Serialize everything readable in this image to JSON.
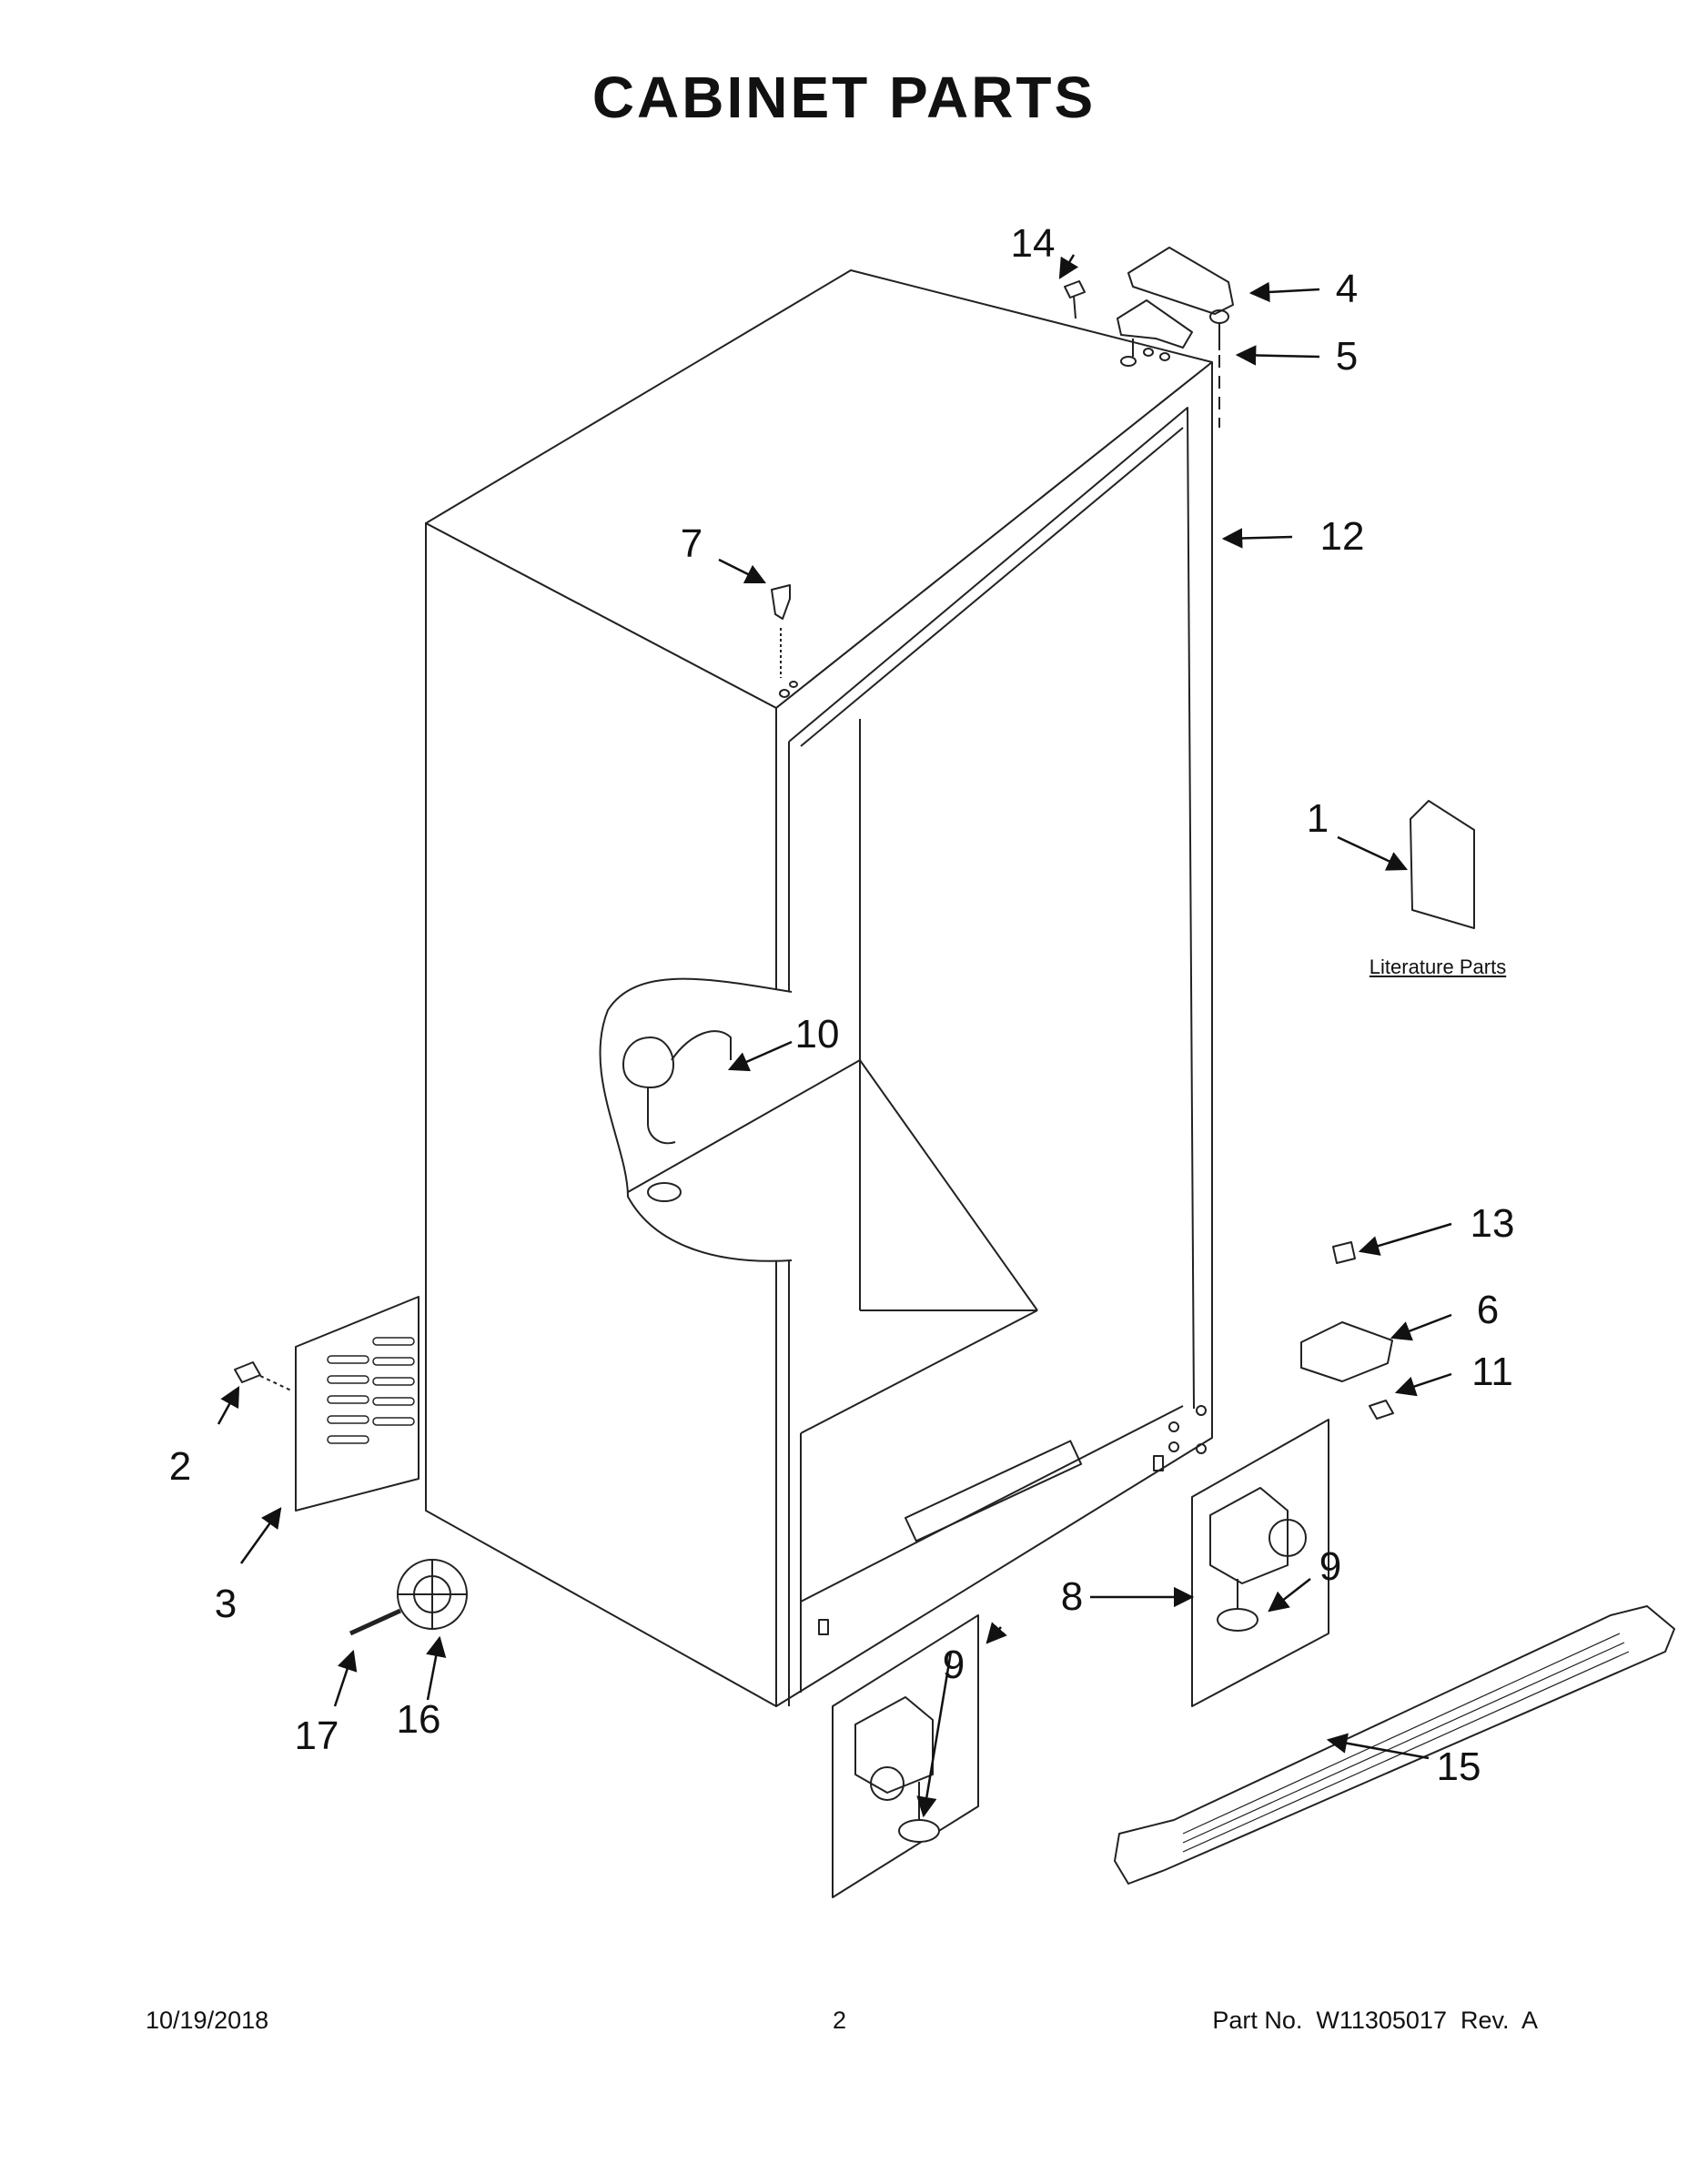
{
  "title": "CABINET PARTS",
  "callouts": [
    {
      "id": "c1",
      "label": "1"
    },
    {
      "id": "c2",
      "label": "2"
    },
    {
      "id": "c3",
      "label": "3"
    },
    {
      "id": "c4",
      "label": "4"
    },
    {
      "id": "c5",
      "label": "5"
    },
    {
      "id": "c6",
      "label": "6"
    },
    {
      "id": "c7",
      "label": "7"
    },
    {
      "id": "c8",
      "label": "8"
    },
    {
      "id": "c9a",
      "label": "9"
    },
    {
      "id": "c9b",
      "label": "9"
    },
    {
      "id": "c10",
      "label": "10"
    },
    {
      "id": "c11",
      "label": "11"
    },
    {
      "id": "c12",
      "label": "12"
    },
    {
      "id": "c13",
      "label": "13"
    },
    {
      "id": "c14",
      "label": "14"
    },
    {
      "id": "c15",
      "label": "15"
    },
    {
      "id": "c16",
      "label": "16"
    },
    {
      "id": "c17",
      "label": "17"
    }
  ],
  "literature_label": "Literature Parts",
  "footer": {
    "date": "10/19/2018",
    "page": "2",
    "part": "Part No.  W11305017  Rev.  A"
  },
  "colors": {
    "line": "#222222",
    "fill": "#ffffff",
    "shade": "#d8d8d8"
  }
}
